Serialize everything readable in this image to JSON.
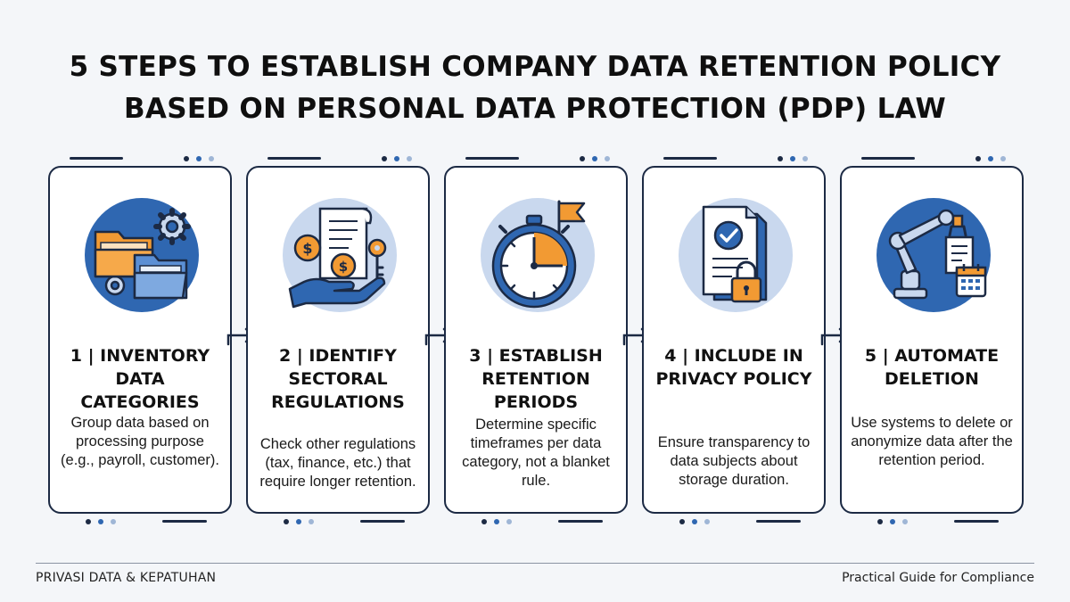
{
  "title_line1": "5 STEPS TO ESTABLISH COMPANY DATA RETENTION POLICY",
  "title_line2": "BASED ON PERSONAL DATA PROTECTION (PDP) LAW",
  "steps": [
    {
      "title": "1 | INVENTORY DATA CATEGORIES",
      "description": "Group data based on processing purpose (e.g., payroll, customer).",
      "icon": "folders-gears-icon"
    },
    {
      "title": "2 | IDENTIFY SECTORAL REGULATIONS",
      "description": "Check other regulations (tax, finance, etc.) that require longer retention.",
      "icon": "hand-document-coins-key-icon"
    },
    {
      "title": "3 | ESTABLISH RETENTION PERIODS",
      "description": "Determine specific timeframes per data category, not a blanket rule.",
      "icon": "stopwatch-flag-icon"
    },
    {
      "title": "4 | INCLUDE IN PRIVACY POLICY",
      "description": "Ensure transparency to data subjects about storage duration.",
      "icon": "document-check-lock-icon"
    },
    {
      "title": "5 | AUTOMATE DELETION",
      "description": "Use systems to delete or anonymize data after the retention period.",
      "icon": "robot-arm-calendar-icon"
    }
  ],
  "footer": {
    "left": "PRIVASI DATA & KEPATUHAN",
    "right": "Practical Guide for Compliance"
  },
  "colors": {
    "circle": "#2f67b1",
    "circle_light": "#c9d8ee",
    "accent_orange": "#f29a33",
    "outline_dark": "#1c2a44",
    "background": "#f4f6f9"
  }
}
